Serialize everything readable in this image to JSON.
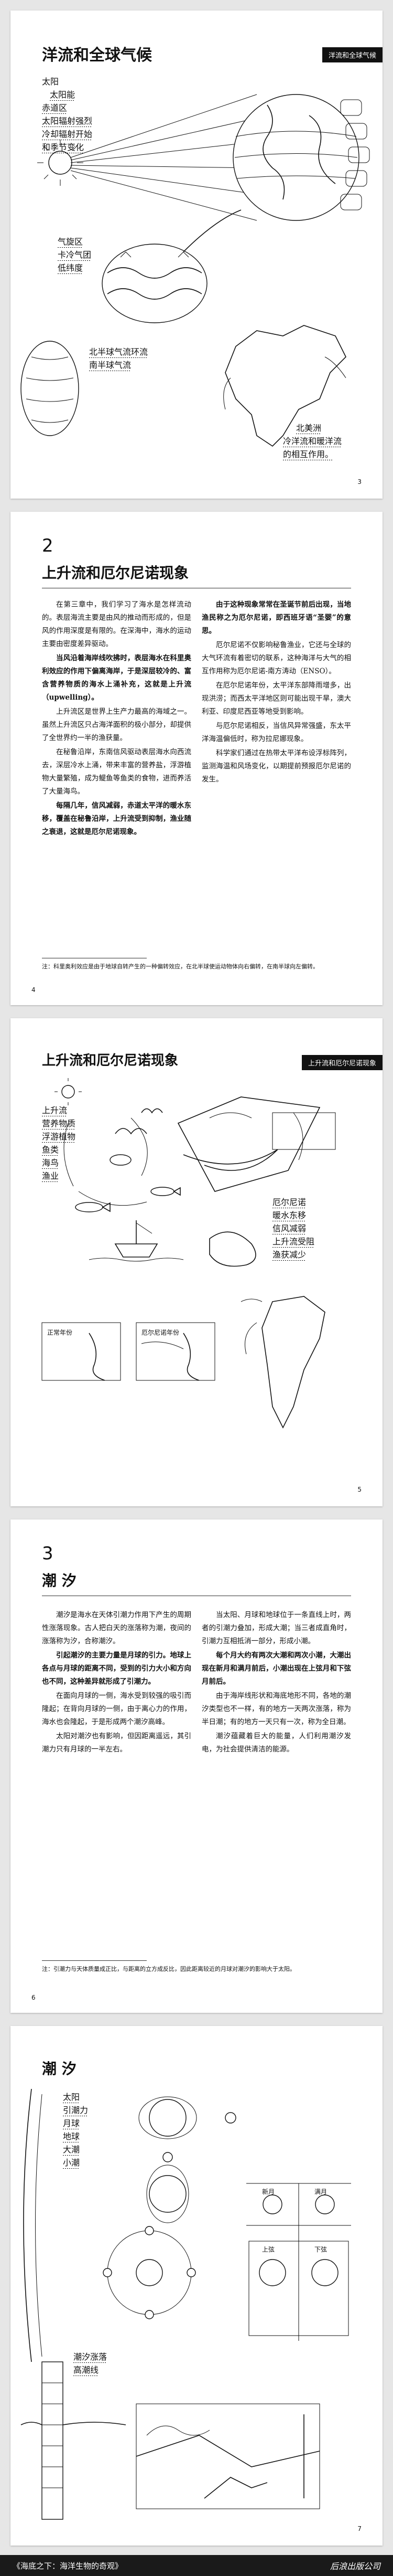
{
  "page1": {
    "title": "洋流和全球气候",
    "header_tab": "洋流和全球气候",
    "labels": [
      "太阳",
      "太阳能",
      "赤道区",
      "太阳辐射强烈",
      "冷却辐射开始",
      "和季节变化",
      "气旋区",
      "卡冷气团",
      "低纬度",
      "北半球气流环流",
      "南半球气流",
      "北美洲",
      "冷洋流和暖洋流",
      "的相互作用。"
    ],
    "page_number": "3"
  },
  "page2": {
    "chapter_num": "2",
    "title": "上升流和厄尔尼诺现象",
    "col_left": [
      "在第三章中，我们学习了海水是怎样流动的。表层海流主要是由风的推动而形成的，但是风的作用深度是有限的。在深海中，海水的运动主要由密度差异驱动。",
      "当风沿着海岸线吹拂时，表层海水在科里奥利效应的作用下偏离海岸，于是深层较冷的、富含营养物质的海水上涌补充，这就是上升流（upwelling）。",
      "上升流区是世界上生产力最高的海域之一。虽然上升流区只占海洋面积的极小部分，却提供了全世界约一半的渔获量。",
      "在秘鲁沿岸，东南信风驱动表层海水向西流去，深层冷水上涌，带来丰富的营养盐，浮游植物大量繁殖，成为鳀鱼等鱼类的食物，进而养活了大量海鸟。",
      "每隔几年，信风减弱，赤道太平洋的暖水东移，覆盖在秘鲁沿岸，上升流受到抑制，渔业随之衰退，这就是厄尔尼诺现象。"
    ],
    "col_right": [
      "由于这种现象常常在圣诞节前后出现，当地渔民称之为厄尔尼诺，即西班牙语“圣婴”的意思。",
      "厄尔尼诺不仅影响秘鲁渔业，它还与全球的大气环流有着密切的联系，这种海洋与大气的相互作用称为厄尔尼诺-南方涛动（ENSO）。",
      "在厄尔尼诺年份，太平洋东部降雨增多，出现洪涝；而西太平洋地区则可能出现干旱，澳大利亚、印度尼西亚等地受到影响。",
      "与厄尔尼诺相反，当信风异常强盛，东太平洋海温偏低时，称为拉尼娜现象。",
      "科学家们通过在热带太平洋布设浮标阵列，监测海温和风场变化，以期提前预报厄尔尼诺的发生。"
    ],
    "footnote": "注：科里奥利效应是由于地球自转产生的一种偏转效应，在北半球使运动物体向右偏转，在南半球向左偏转。",
    "page_number": "4"
  },
  "page3": {
    "title": "上升流和厄尔尼诺现象",
    "header_tab": "上升流和厄尔尼诺现象",
    "labels": [
      "上升流",
      "营养物质",
      "浮游植物",
      "鱼类",
      "海鸟",
      "渔业",
      "厄尔尼诺",
      "暖水东移",
      "信风减弱",
      "上升流受阻",
      "渔获减少",
      "正常年份",
      "厄尔尼诺年份"
    ],
    "page_number": "5"
  },
  "page4": {
    "chapter_num": "3",
    "title": "潮 汐",
    "col_left": [
      "潮汐是海水在天体引潮力作用下产生的周期性涨落现象。古人把白天的涨落称为潮，夜间的涨落称为汐，合称潮汐。",
      "引起潮汐的主要力量是月球的引力。地球上各点与月球的距离不同，受到的引力大小和方向也不同，这种差异就形成了引潮力。",
      "在面向月球的一侧，海水受到较强的吸引而隆起；在背向月球的一侧，由于离心力的作用，海水也会隆起，于是形成两个潮汐高峰。",
      "太阳对潮汐也有影响，但因距离遥远，其引潮力只有月球的一半左右。"
    ],
    "col_right": [
      "当太阳、月球和地球位于一条直线上时，两者的引潮力叠加，形成大潮；当三者成直角时，引潮力互相抵消一部分，形成小潮。",
      "每个月大约有两次大潮和两次小潮，大潮出现在新月和满月前后，小潮出现在上弦月和下弦月前后。",
      "由于海岸线形状和海底地形不同，各地的潮汐类型也不一样，有的地方一天两次涨落，称为半日潮；有的地方一天只有一次，称为全日潮。",
      "潮汐蕴藏着巨大的能量，人们利用潮汐发电，为社会提供清洁的能源。"
    ],
    "footnote": "注：引潮力与天体质量成正比，与距离的立方成反比，因此距离较近的月球对潮汐的影响大于太阳。",
    "page_number": "6"
  },
  "page5": {
    "title": "潮 汐",
    "labels": [
      "太阳",
      "引潮力",
      "月球",
      "地球",
      "大潮",
      "小潮",
      "新月",
      "满月",
      "上弦",
      "下弦",
      "潮汐涨落",
      "高潮线"
    ],
    "page_number": "7"
  },
  "footer": {
    "left_text": "《海底之下：海洋生物的奇观》",
    "right_text": "后浪出版公司"
  }
}
